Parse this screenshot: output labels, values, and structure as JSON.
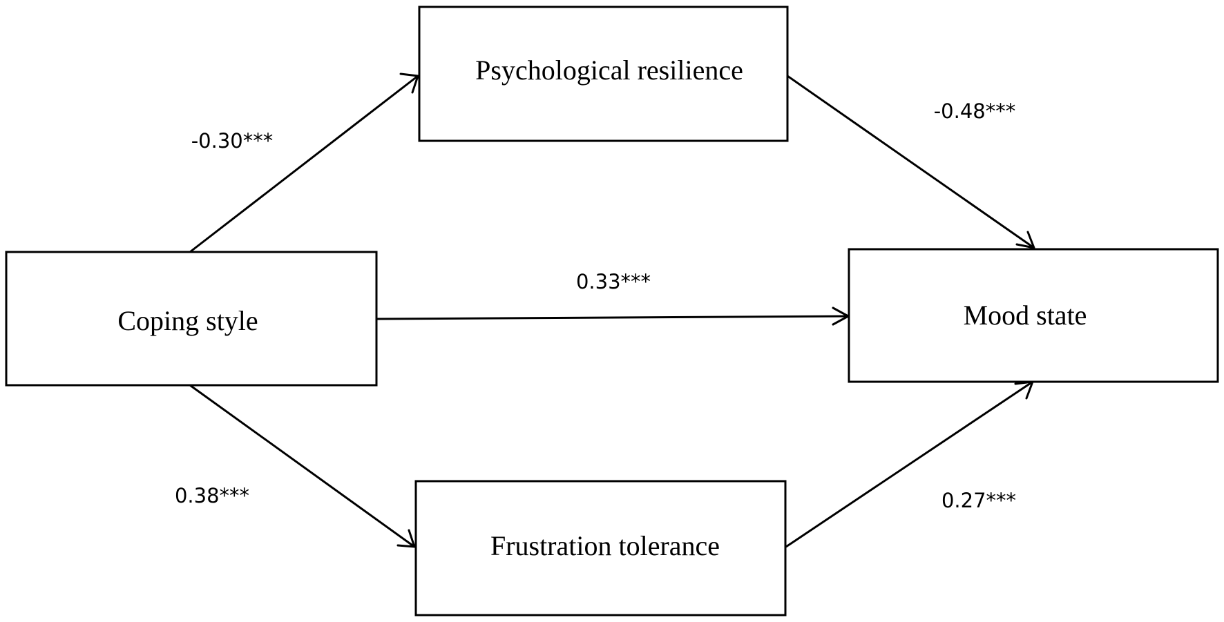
{
  "nodes": {
    "coping": {
      "label": "Coping style"
    },
    "resilience": {
      "label": "Psychological resilience"
    },
    "frustration": {
      "label": "Frustration tolerance"
    },
    "mood": {
      "label": "Mood state"
    }
  },
  "paths": {
    "coping_to_resilience": {
      "from": "Coping style",
      "to": "Psychological resilience",
      "coefficient": "-0.30***"
    },
    "resilience_to_mood": {
      "from": "Psychological resilience",
      "to": "Mood state",
      "coefficient": "-0.48***"
    },
    "coping_to_mood": {
      "from": "Coping style",
      "to": "Mood state",
      "coefficient": "0.33***"
    },
    "coping_to_frustration": {
      "from": "Coping style",
      "to": "Frustration tolerance",
      "coefficient": "0.38***"
    },
    "frustration_to_mood": {
      "from": "Frustration tolerance",
      "to": "Mood state",
      "coefficient": "0.27***"
    }
  }
}
